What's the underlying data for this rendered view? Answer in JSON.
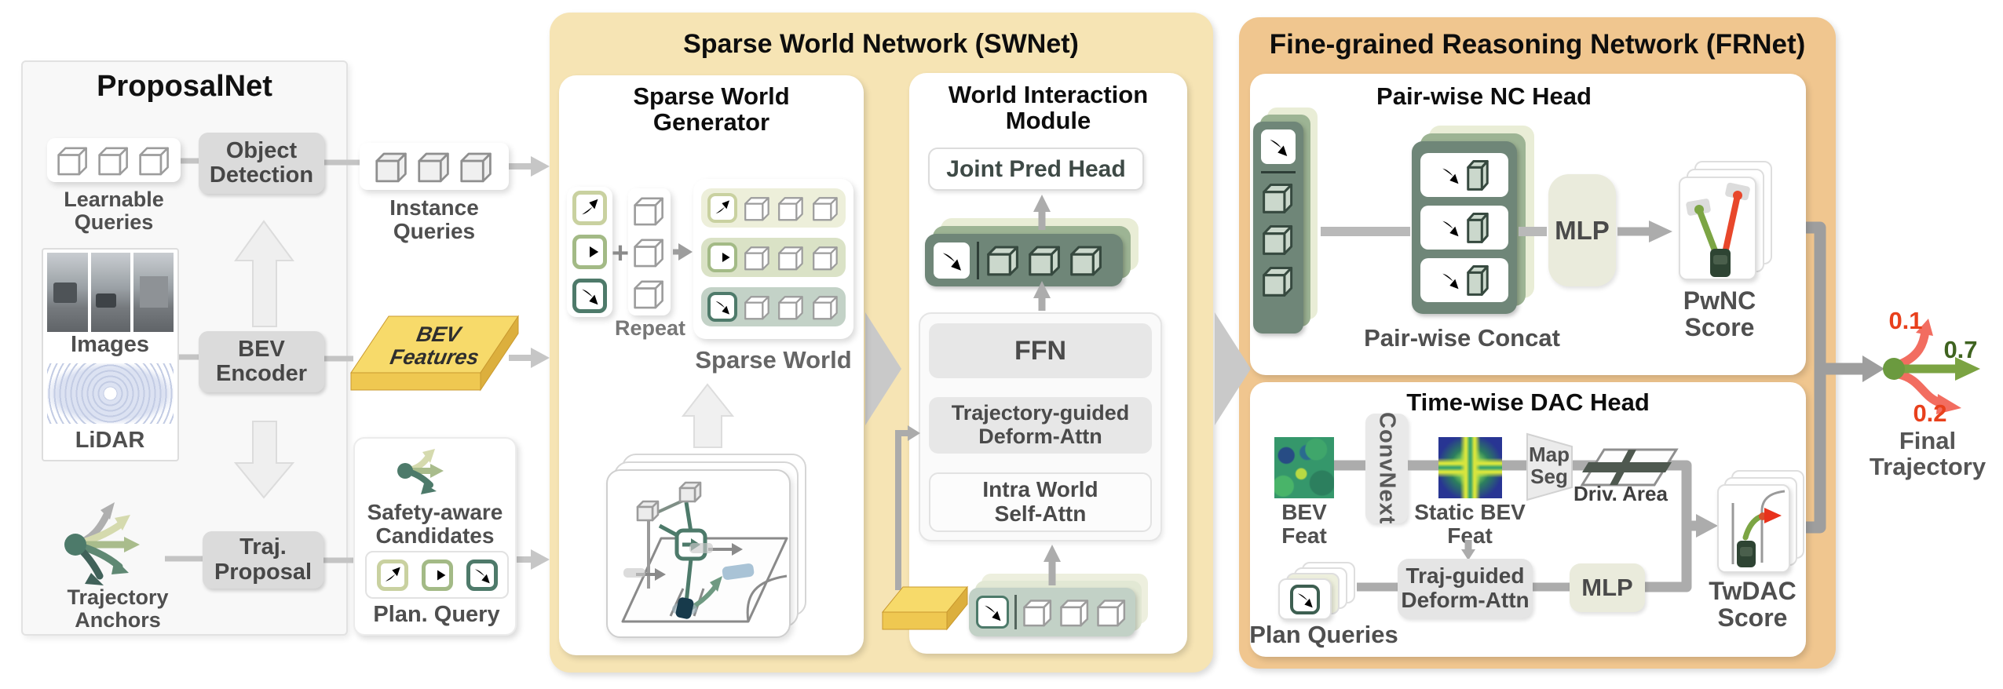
{
  "proposalnet": {
    "title": "ProposalNet",
    "learnable": {
      "l1": "Learnable",
      "l2": "Queries"
    },
    "object_detection": {
      "l1": "Object",
      "l2": "Detection"
    },
    "images_label": "Images",
    "lidar_label": "LiDAR",
    "bev_encoder": {
      "l1": "BEV",
      "l2": "Encoder"
    },
    "traj_anchors": {
      "l1": "Trajectory",
      "l2": "Anchors"
    },
    "traj_proposal": {
      "l1": "Traj.",
      "l2": "Proposal"
    },
    "instance": {
      "l1": "Instance",
      "l2": "Queries"
    },
    "bev_features": {
      "l1": "BEV",
      "l2": "Features"
    },
    "safety": {
      "l1": "Safety-aware",
      "l2": "Candidates"
    },
    "plan_query": "Plan. Query"
  },
  "swnet": {
    "title": "Sparse World Network (SWNet)",
    "generator": {
      "title1": "Sparse World",
      "title2": "Generator",
      "plus": "+",
      "repeat": "Repeat",
      "sparse_world": "Sparse World"
    },
    "wim": {
      "title1": "World Interaction",
      "title2": "Module",
      "joint_pred": "Joint Pred Head",
      "ffn": "FFN",
      "traj_guided": {
        "l1": "Trajectory-guided",
        "l2": "Deform-Attn"
      },
      "intra": {
        "l1": "Intra World",
        "l2": "Self-Attn"
      },
      "bev": "BEV"
    }
  },
  "frnet": {
    "title": "Fine-grained Reasoning Network (FRNet)",
    "pwnc": {
      "title": "Pair-wise NC Head",
      "concat_label": "Pair-wise Concat",
      "mlp": "MLP",
      "score": {
        "l1": "PwNC",
        "l2": "Score"
      }
    },
    "dac": {
      "title": "Time-wise DAC Head",
      "bev_feat": {
        "l1": "BEV",
        "l2": "Feat"
      },
      "convnext": "ConvNext",
      "static_bev": {
        "l1": "Static BEV",
        "l2": "Feat"
      },
      "map_seg": {
        "l1": "Map",
        "l2": "Seg"
      },
      "driv_area": "Driv. Area",
      "plan_queries": "Plan Queries",
      "traj_guided": {
        "l1": "Traj-guided",
        "l2": "Deform-Attn"
      },
      "mlp": "MLP",
      "score": {
        "l1": "TwDAC",
        "l2": "Score"
      }
    }
  },
  "output": {
    "score_top": "0.1",
    "score_mid": "0.7",
    "score_bottom": "0.2",
    "final": {
      "l1": "Final",
      "l2": "Trajectory"
    }
  },
  "colors": {
    "swnet_panel": "#F6E4B4",
    "frnet_panel": "#F0C68F",
    "bev_yellow": "#F7DA6A",
    "teal_dark": "#4D7A6A",
    "sage": "#A3BA86",
    "olive_pale": "#C9D1A0",
    "pill_dark": "#6F8678",
    "score_red": "#E8401C",
    "score_green": "#3F6320"
  }
}
